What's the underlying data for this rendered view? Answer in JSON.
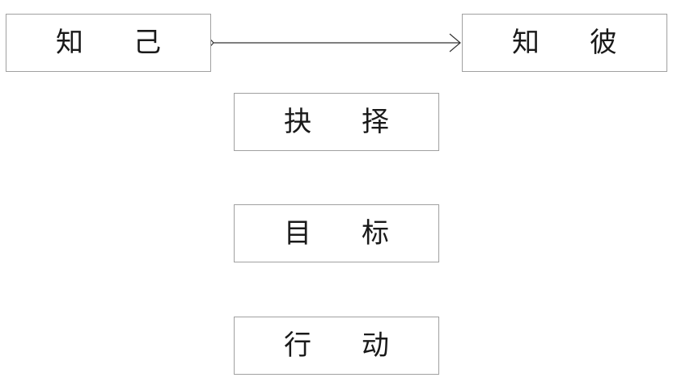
{
  "diagram": {
    "nodes": [
      {
        "id": "know-self",
        "chars": [
          "知",
          "己"
        ]
      },
      {
        "id": "know-other",
        "chars": [
          "知",
          "彼"
        ]
      },
      {
        "id": "choice",
        "chars": [
          "抉",
          "择"
        ]
      },
      {
        "id": "goal",
        "chars": [
          "目",
          "标"
        ]
      },
      {
        "id": "action",
        "chars": [
          "行",
          "动"
        ]
      }
    ],
    "edges": [
      {
        "from": "know-self",
        "to": "know-other",
        "style": "arrow"
      }
    ],
    "colors": {
      "box_border": "#a0a0a0",
      "text": "#1a1a1a",
      "line": "#333333"
    }
  }
}
